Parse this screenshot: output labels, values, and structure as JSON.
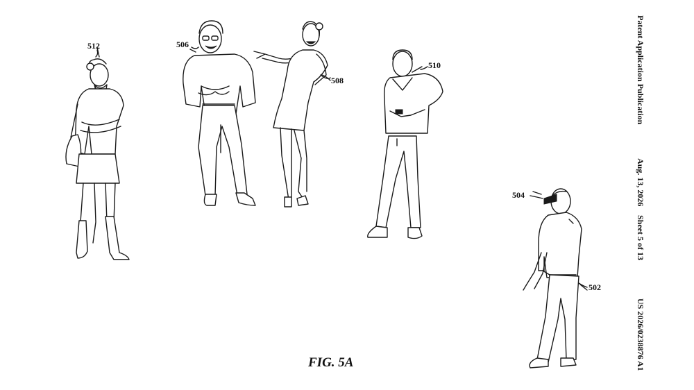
{
  "figure": {
    "label": "FIG. 5A"
  },
  "header": {
    "title": "Patent Application Publication",
    "date": "Aug. 13, 2026",
    "sheet": "Sheet 5 of 13",
    "publication_number": "US 2026/0238876 A1"
  },
  "reference_numerals": {
    "user": "502",
    "headset": "504",
    "laughing_man": "506",
    "pointing_woman": "508",
    "phone_man": "510",
    "standing_woman": "512"
  }
}
